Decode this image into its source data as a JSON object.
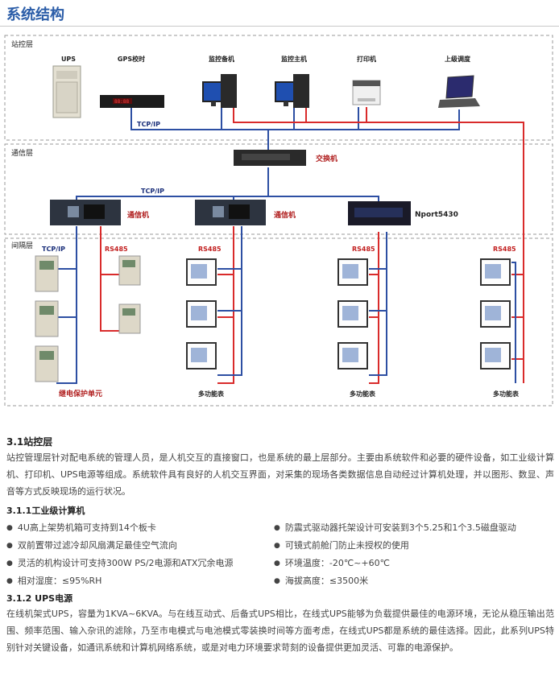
{
  "title": "系统结构",
  "layers": {
    "station": "站控层",
    "comm": "通信层",
    "bay": "间隔层"
  },
  "devices": {
    "ups": "UPS",
    "gps": "GPS校时",
    "backup": "监控备机",
    "host": "监控主机",
    "printer": "打印机",
    "dispatch": "上级调度",
    "switch": "交换机",
    "comm1": "通信机",
    "comm2": "通信机",
    "nport": "Nport5430",
    "relay": "继电保护单元",
    "meter1": "多功能表",
    "meter2": "多功能表",
    "meter3": "多功能表"
  },
  "labels": {
    "tcp1": "TCP/IP",
    "tcp2": "TCP/IP",
    "tcp3": "TCP/IP",
    "rs1": "RS485",
    "rs2": "RS485",
    "rs3": "RS485",
    "rs4": "RS485"
  },
  "colors": {
    "blue_line": "#2d4fa3",
    "red_line": "#d92b2b",
    "heading": "#2b5da8"
  },
  "s31": {
    "heading": "3.1站控层",
    "body": "站控管理层针对配电系统的管理人员，是人机交互的直接窗口，也是系统的最上层部分。主要由系统软件和必要的硬件设备，如工业级计算机、打印机、UPS电源等组成。系统软件具有良好的人机交互界面，对采集的现场各类数据信息自动经过计算机处理，并以图形、数显、声音等方式反映现场的运行状况。"
  },
  "s311": {
    "heading": "3.1.1工业级计算机",
    "left": [
      "4U高上架势机箱可支持到14个板卡",
      "双前置带过滤冷却风扇满足最佳空气流向",
      "灵活的机构设计可支持300W PS/2电源和ATX冗余电源",
      "相对湿度：≤95%RH"
    ],
    "right": [
      "防震式驱动器托架设计可安装到3个5.25和1个3.5磁盘驱动",
      "可镜式前舱门防止未授权的使用",
      "环境温度：-20℃~+60℃",
      "海拔高度：≤3500米"
    ]
  },
  "s312": {
    "heading": "3.1.2 UPS电源",
    "body": "在线机架式UPS，容量为1KVA~6KVA。与在线互动式、后备式UPS相比，在线式UPS能够为负载提供最佳的电源环境，无论从稳压输出范围、频率范围、输入杂讯的滤除，乃至市电模式与电池模式零装换时间等方面考虑，在线式UPS都是系统的最佳选择。因此，此系列UPS特别针对关键设备，如通讯系统和计算机网络系统，或是对电力环境要求苛刻的设备提供更加灵活、可靠的电源保护。"
  }
}
